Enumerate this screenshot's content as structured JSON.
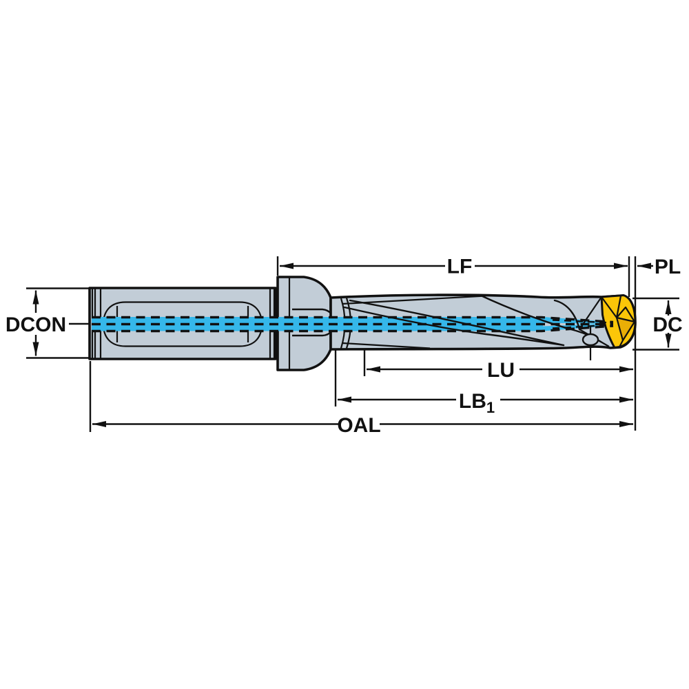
{
  "diagram": {
    "type": "technical-dimension-drawing",
    "subject": "indexable-insert-drill-side-view",
    "labels": {
      "dcon": "DCON",
      "lf": "LF",
      "pl": "PL",
      "dc": "DC",
      "lu": "LU",
      "lb_main": "LB",
      "lb_sub": "1",
      "oal": "OAL"
    },
    "colors": {
      "bg": "#FFFFFF",
      "body": "#C2CDD7",
      "insert": "#FBC608",
      "insert_shade": "#E9AE06",
      "coolant": "#35B7EA",
      "line": "#111111"
    }
  }
}
